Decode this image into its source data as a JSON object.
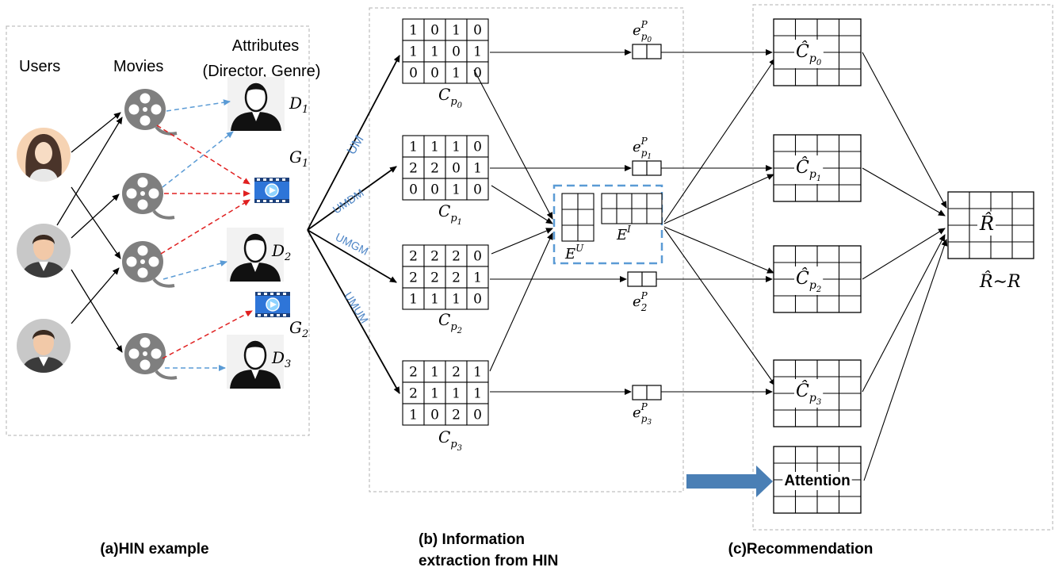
{
  "panels": {
    "a": {
      "caption": "(a)HIN example",
      "headers": {
        "users": "Users",
        "movies": "Movies",
        "attributes_line1": "Attributes",
        "attributes_line2": "(Director, Genre)"
      }
    },
    "b": {
      "caption_line1": "(b) Information",
      "caption_line2": "extraction from HIN"
    },
    "c": {
      "caption": "(c)Recommendation"
    }
  },
  "labels": {
    "D1": "D",
    "D1_sub": "1",
    "D2": "D",
    "D2_sub": "2",
    "D3": "D",
    "D3_sub": "3",
    "G1": "G",
    "G1_sub": "1",
    "G2": "G",
    "G2_sub": "2"
  },
  "metapaths": [
    "UM",
    "UMDM",
    "UMGM",
    "UMUM"
  ],
  "matrices": {
    "C0": {
      "base": "C",
      "sub": "p",
      "subsub": "0",
      "rows": [
        [
          "1",
          "0",
          "1",
          "0"
        ],
        [
          "1",
          "1",
          "0",
          "1"
        ],
        [
          "0",
          "0",
          "1",
          "0"
        ]
      ]
    },
    "C1": {
      "base": "C",
      "sub": "p",
      "subsub": "1",
      "rows": [
        [
          "1",
          "1",
          "1",
          "0"
        ],
        [
          "2",
          "2",
          "0",
          "1"
        ],
        [
          "0",
          "0",
          "1",
          "0"
        ]
      ]
    },
    "C2": {
      "base": "C",
      "sub": "p",
      "subsub": "2",
      "rows": [
        [
          "2",
          "2",
          "2",
          "0"
        ],
        [
          "2",
          "2",
          "2",
          "1"
        ],
        [
          "1",
          "1",
          "1",
          "0"
        ]
      ]
    },
    "C3": {
      "base": "C",
      "sub": "p",
      "subsub": "3",
      "rows": [
        [
          "2",
          "1",
          "2",
          "1"
        ],
        [
          "2",
          "1",
          "1",
          "1"
        ],
        [
          "1",
          "0",
          "2",
          "0"
        ]
      ]
    }
  },
  "embeddings": {
    "e0": {
      "base": "e",
      "sup": "P",
      "sub": "p",
      "subsub": "0"
    },
    "e1": {
      "base": "e",
      "sup": "P",
      "sub": "p",
      "subsub": "1"
    },
    "e2": {
      "base": "e",
      "sup": "P",
      "sub": "2"
    },
    "e3": {
      "base": "e",
      "sup": "P",
      "sub": "p",
      "subsub": "3"
    },
    "EU": {
      "base": "E",
      "sup": "U"
    },
    "EI": {
      "base": "E",
      "sup": "I"
    }
  },
  "recon": {
    "C0": {
      "base": "Ĉ",
      "sub": "p",
      "subsub": "0"
    },
    "C1": {
      "base": "Ĉ",
      "sub": "p",
      "subsub": "1"
    },
    "C2": {
      "base": "Ĉ",
      "sub": "p",
      "subsub": "2"
    },
    "C3": {
      "base": "Ĉ",
      "sub": "p",
      "subsub": "3"
    },
    "R": "R̂",
    "RR": "R̂∼R"
  },
  "attention": "Attention",
  "colors": {
    "line": "#000000",
    "red_dash": "#e02020",
    "blue_dash": "#5b9bd5",
    "metapath_text": "#4f86c6",
    "attention_arrow": "#4a7fb5",
    "panel_border": "#b0b0b0",
    "icon_gray": "#7f7f7f"
  },
  "icons": {
    "users": [
      "female-user-avatar-icon",
      "male-user-avatar-icon",
      "male-user-avatar-icon"
    ],
    "movies": [
      "film-reel-icon",
      "film-reel-icon",
      "film-reel-icon",
      "film-reel-icon"
    ],
    "directors": [
      "director-avatar-icon",
      "director-avatar-icon",
      "director-avatar-icon"
    ],
    "genres": [
      "video-genre-icon",
      "video-genre-icon"
    ]
  }
}
